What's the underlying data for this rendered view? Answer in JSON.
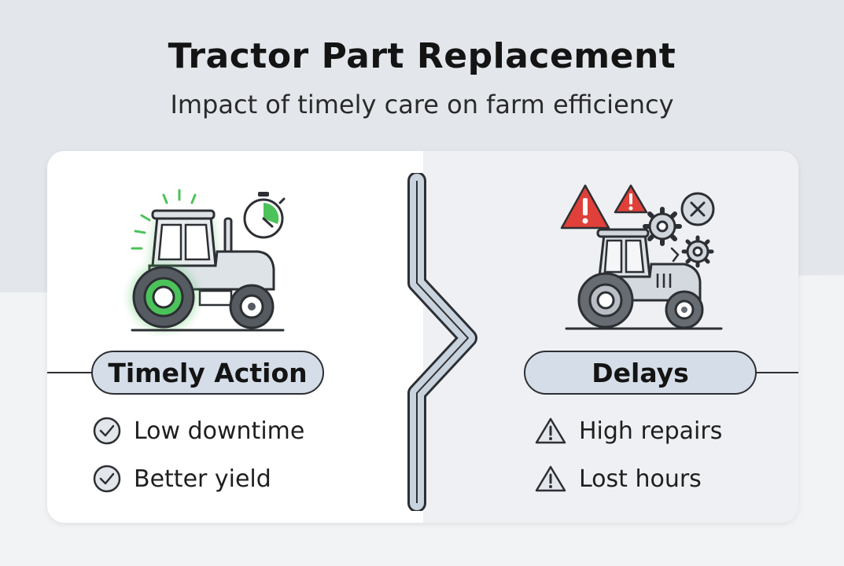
{
  "header": {
    "title": "Tractor Part Replacement",
    "subtitle": "Impact of timely care on farm efficiency"
  },
  "left": {
    "label": "Timely Action",
    "items": [
      "Low downtime",
      "Better yield"
    ],
    "accent": "#4cc25a"
  },
  "right": {
    "label": "Delays",
    "items": [
      "High repairs",
      "Lost hours"
    ],
    "warning_color": "#e0403a"
  },
  "icons": {
    "left_illustration": "healthy-tractor-icon",
    "timer": "stopwatch-icon",
    "right_illustration": "broken-tractor-icon",
    "warning": "warning-triangle-icon",
    "gear": "gear-icon",
    "error": "x-circle-icon",
    "check": "check-circle-icon",
    "divider": "chevron-divider-icon"
  }
}
